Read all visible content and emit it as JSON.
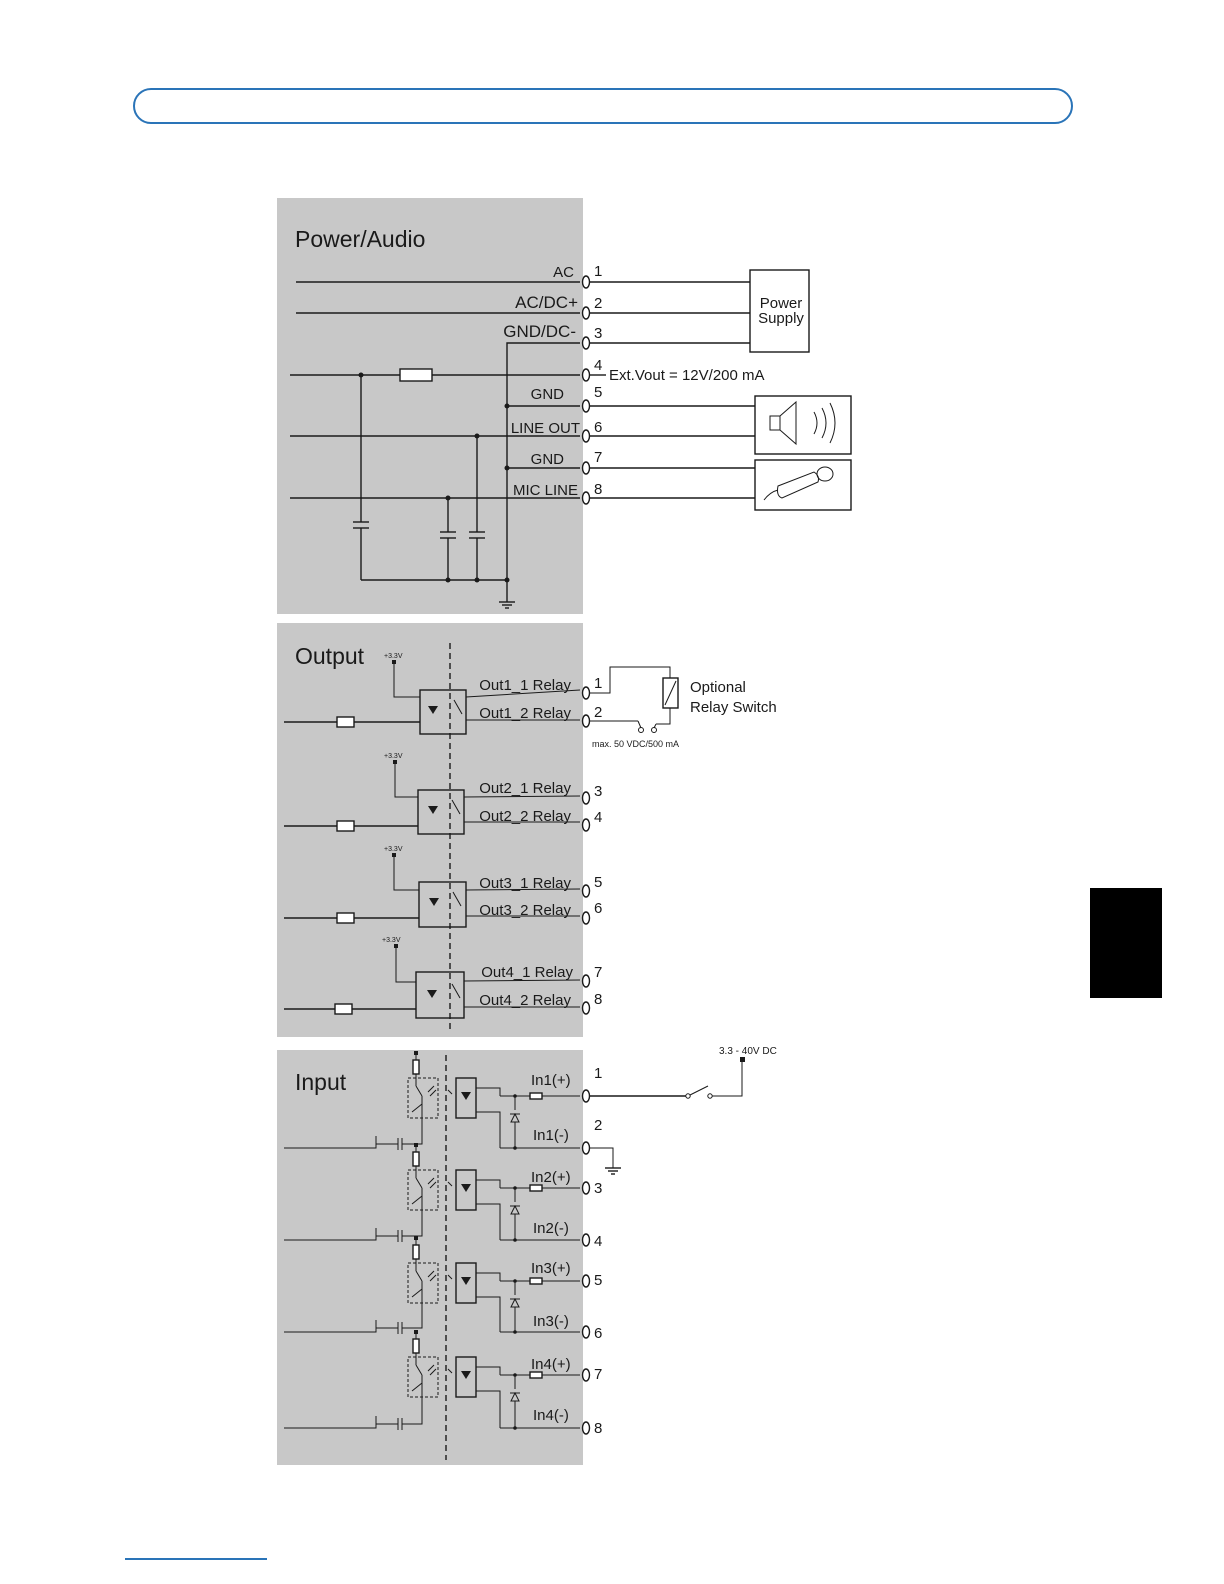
{
  "power_audio": {
    "title": "Power/Audio",
    "pin_labels": [
      "AC",
      "AC/DC+",
      "GND/DC-",
      "",
      "GND",
      "LINE OUT",
      "GND",
      "MIC LINE"
    ],
    "pin_numbers": [
      "1",
      "2",
      "3",
      "4",
      "5",
      "6",
      "7",
      "8"
    ],
    "ext_vout": "Ext.Vout = 12V/200 mA",
    "power_supply_line1": "Power",
    "power_supply_line2": "Supply",
    "speaker_icon": "speaker-icon",
    "microphone_icon": "microphone-icon"
  },
  "output": {
    "title": "Output",
    "supply_label": "+3.3V",
    "relays": [
      {
        "label1": "Out1_1 Relay",
        "label2": "Out1_2 Relay",
        "pin1": "1",
        "pin2": "2"
      },
      {
        "label1": "Out2_1 Relay",
        "label2": "Out2_2 Relay",
        "pin1": "3",
        "pin2": "4"
      },
      {
        "label1": "Out3_1 Relay",
        "label2": "Out3_2 Relay",
        "pin1": "5",
        "pin2": "6"
      },
      {
        "label1": "Out4_1 Relay",
        "label2": "Out4_2 Relay",
        "pin1": "7",
        "pin2": "8"
      }
    ],
    "optional_line1": "Optional",
    "optional_line2": "Relay Switch",
    "max_rating": "max. 50 VDC/500 mA"
  },
  "input": {
    "title": "Input",
    "dc_range": "3.3 - 40V DC",
    "channels": [
      {
        "plus": "In1(+)",
        "minus": "In1(-)",
        "pin_plus": "1",
        "pin_minus": "2"
      },
      {
        "plus": "In2(+)",
        "minus": "In2(-)",
        "pin_plus": "3",
        "pin_minus": "4"
      },
      {
        "plus": "In3(+)",
        "minus": "In3(-)",
        "pin_plus": "5",
        "pin_minus": "6"
      },
      {
        "plus": "In4(+)",
        "minus": "In4(-)",
        "pin_plus": "7",
        "pin_minus": "8"
      }
    ]
  }
}
